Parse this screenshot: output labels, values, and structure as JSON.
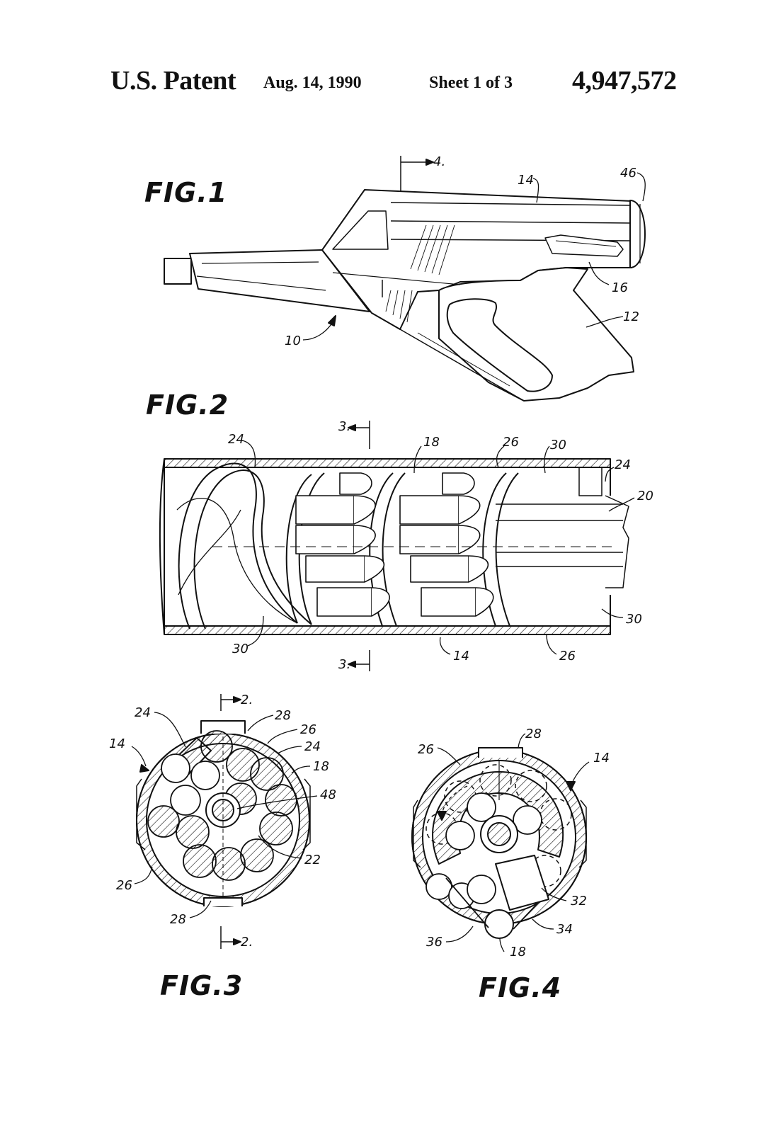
{
  "header": {
    "patent_label": "U.S. Patent",
    "date": "Aug. 14, 1990",
    "sheet": "Sheet 1 of 3",
    "patent_number": "4,947,572"
  },
  "figures": {
    "fig1": {
      "label": "FIG.1",
      "refs": {
        "r4": "4.",
        "r14": "14",
        "r46": "46",
        "r16": "16",
        "r12": "12",
        "r10": "10"
      }
    },
    "fig2": {
      "label": "FIG.2",
      "refs": {
        "r3top": "3.",
        "r24a": "24",
        "r18": "18",
        "r26a": "26",
        "r30a": "30",
        "r24b": "24",
        "r20": "20",
        "r30b": "30",
        "r30c": "30",
        "r14": "14",
        "r26b": "26",
        "r3bot": "3."
      }
    },
    "fig3": {
      "label": "FIG.3",
      "refs": {
        "r2top": "2.",
        "r24a": "24",
        "r28a": "28",
        "r26a": "26",
        "r14": "14",
        "r24b": "24",
        "r18": "18",
        "r48": "48",
        "r22": "22",
        "r26b": "26",
        "r28b": "28",
        "r2bot": "2."
      }
    },
    "fig4": {
      "label": "FIG.4",
      "refs": {
        "r28": "28",
        "r26": "26",
        "r14": "14",
        "r32": "32",
        "r34": "34",
        "r36": "36",
        "r18": "18"
      }
    }
  }
}
